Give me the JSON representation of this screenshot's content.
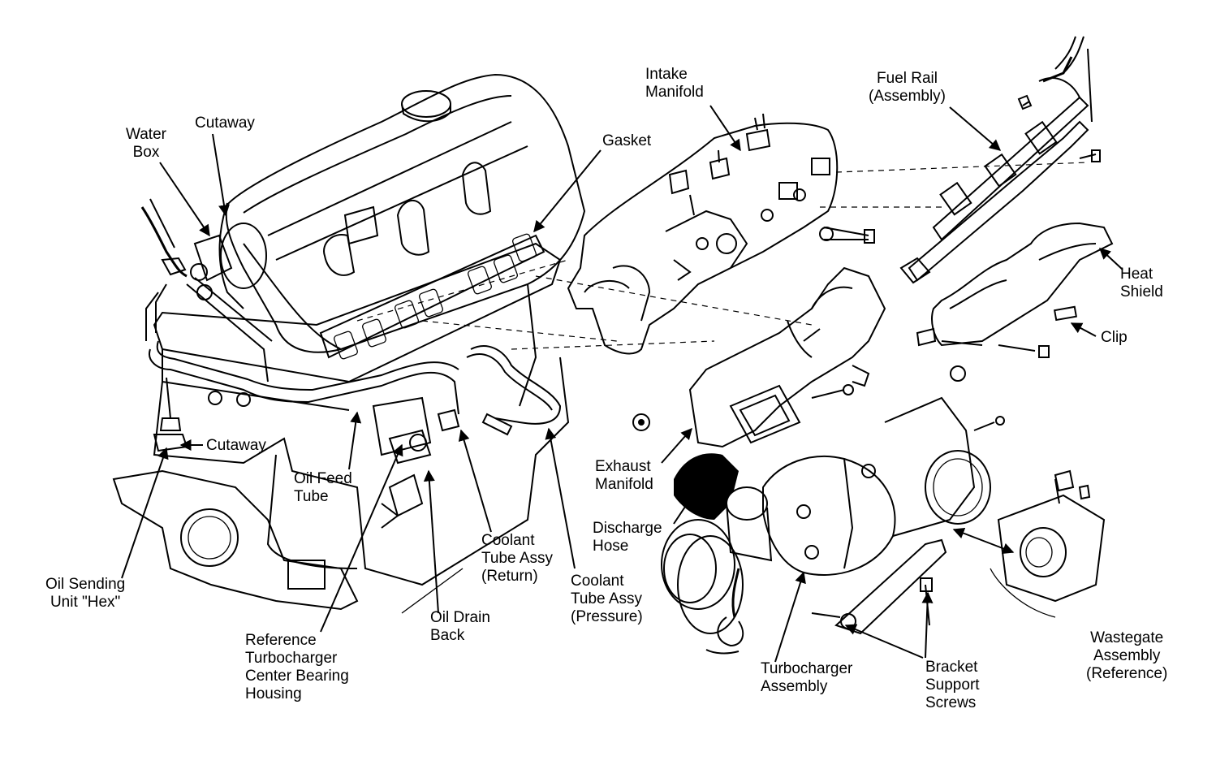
{
  "labels": {
    "water_box": [
      "Water",
      "Box"
    ],
    "cutaway_top": [
      "Cutaway"
    ],
    "cutaway_lower": [
      "Cutaway"
    ],
    "gasket": [
      "Gasket"
    ],
    "intake_manifold": [
      "Intake",
      "Manifold"
    ],
    "fuel_rail": [
      "Fuel Rail",
      "(Assembly)"
    ],
    "heat_shield": [
      "Heat",
      "Shield"
    ],
    "clip": [
      "Clip"
    ],
    "exhaust_manifold": [
      "Exhaust",
      "Manifold"
    ],
    "discharge_hose": [
      "Discharge",
      "Hose"
    ],
    "oil_feed_tube": [
      "Oil Feed",
      "Tube"
    ],
    "oil_sending_unit": [
      "Oil Sending",
      "Unit \"Hex\""
    ],
    "reference_turbo_bearing": [
      "Reference",
      "Turbocharger",
      "Center Bearing",
      "Housing"
    ],
    "oil_drain_back": [
      "Oil Drain",
      "Back"
    ],
    "coolant_tube_return": [
      "Coolant",
      "Tube Assy",
      "(Return)"
    ],
    "coolant_tube_pressure": [
      "Coolant",
      "Tube Assy",
      "(Pressure)"
    ],
    "turbocharger_assembly": [
      "Turbocharger",
      "Assembly"
    ],
    "bracket_support_screws": [
      "Bracket",
      "Support",
      "Screws"
    ],
    "wastegate_assembly": [
      "Wastegate",
      "Assembly",
      "(Reference)"
    ]
  }
}
